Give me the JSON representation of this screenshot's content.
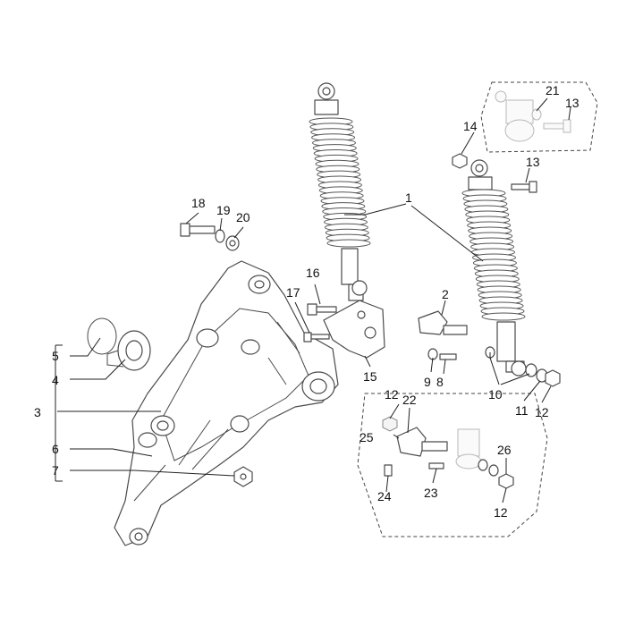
{
  "callouts": {
    "c1": "1",
    "c2": "2",
    "c3": "3",
    "c4": "4",
    "c5": "5",
    "c6": "6",
    "c7": "7",
    "c8": "8",
    "c9": "9",
    "c10": "10",
    "c11": "11",
    "c12a": "12",
    "c12b": "12",
    "c12c": "12",
    "c13a": "13",
    "c13b": "13",
    "c14": "14",
    "c15": "15",
    "c16": "16",
    "c17": "17",
    "c18": "18",
    "c19": "19",
    "c20": "20",
    "c21": "21",
    "c22": "22",
    "c23": "23",
    "c24": "24",
    "c25": "25",
    "c26": "26"
  },
  "colors": {
    "line": "#4a4a4a",
    "text": "#111111",
    "background": "#ffffff"
  }
}
